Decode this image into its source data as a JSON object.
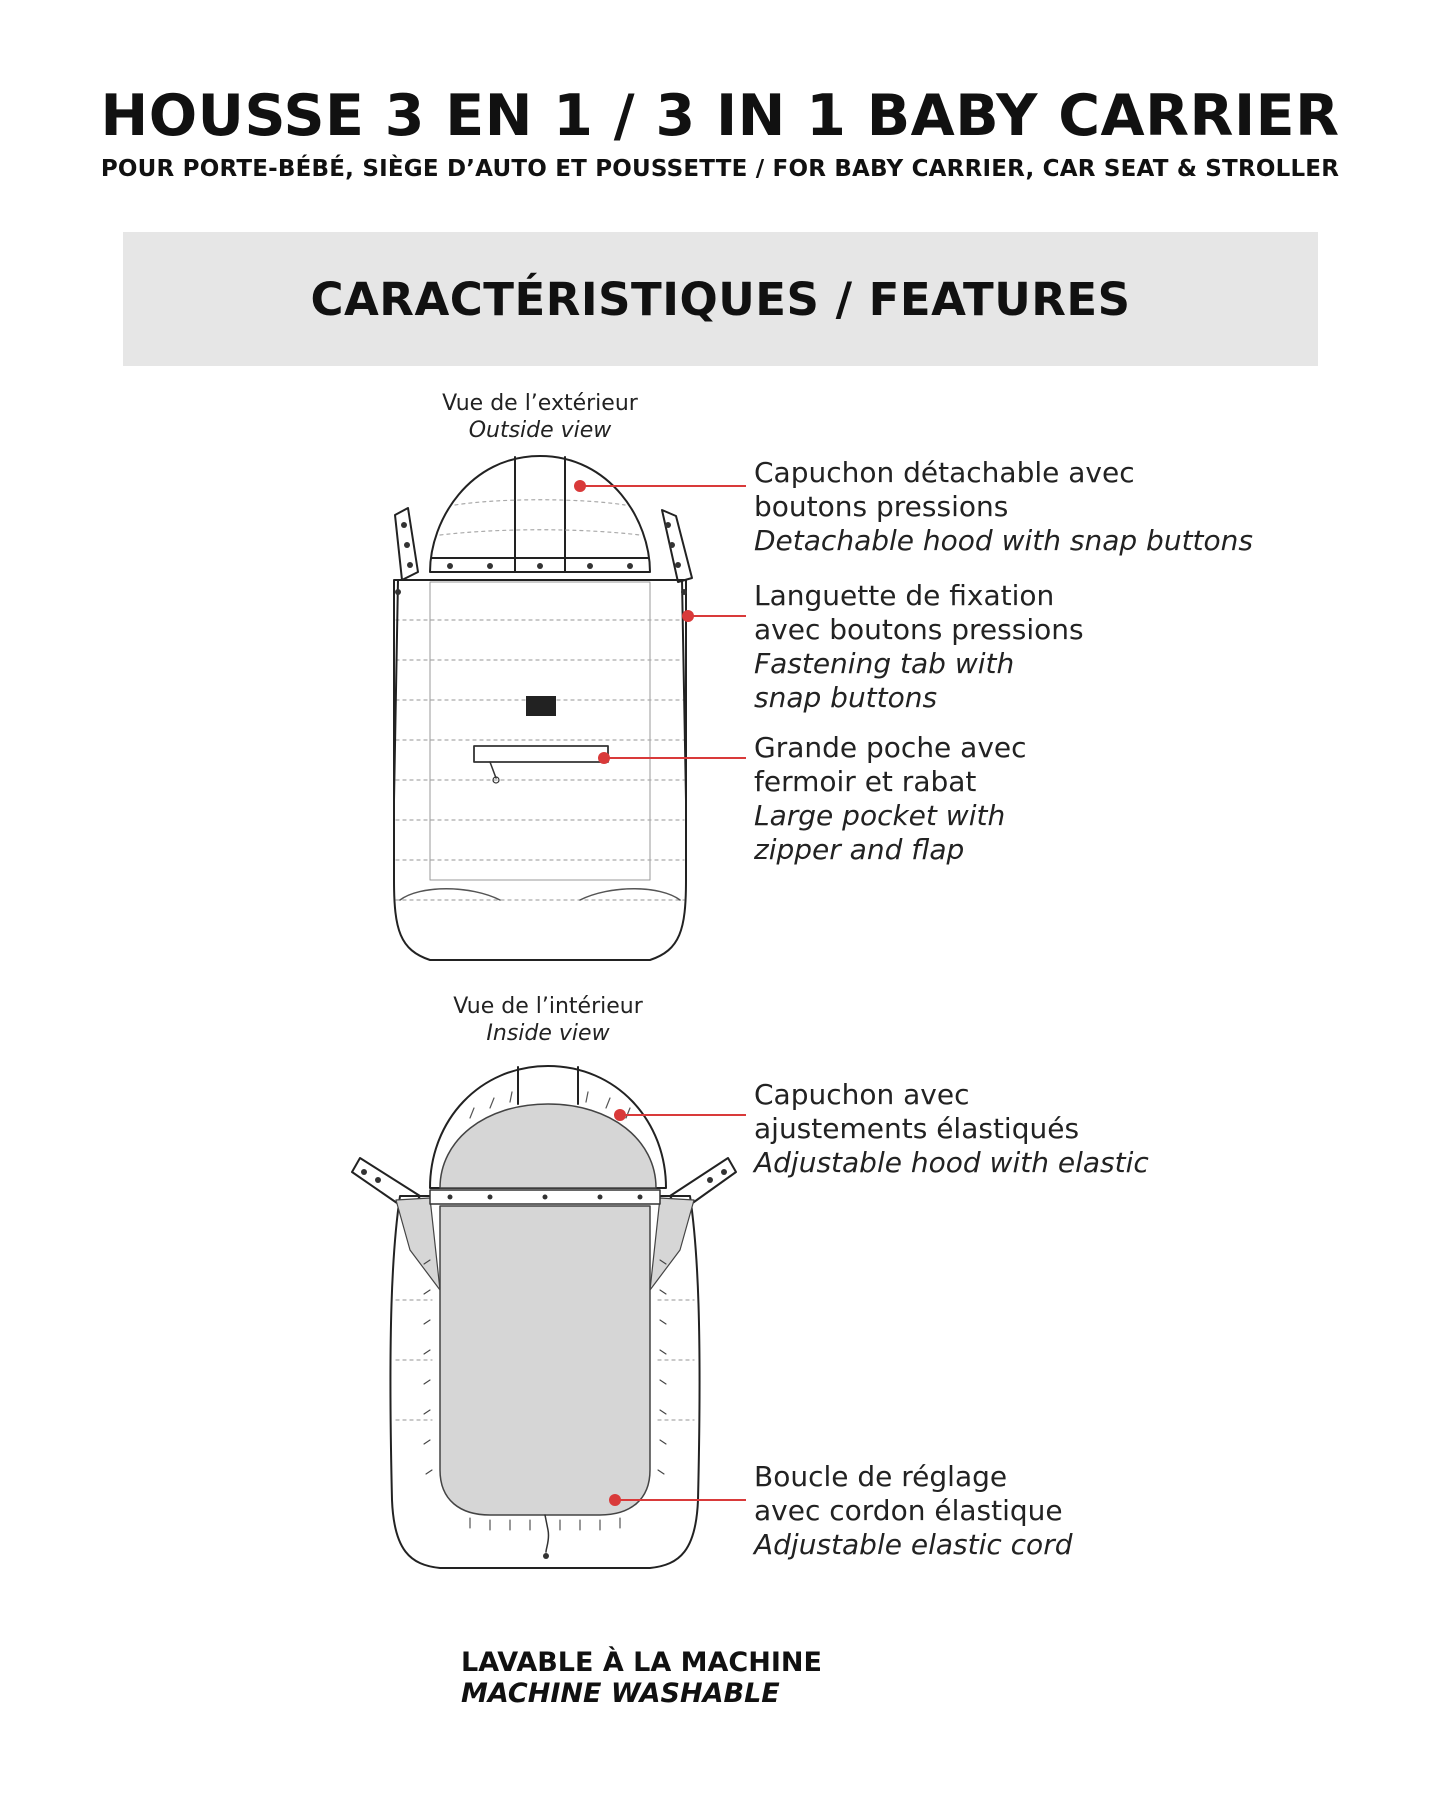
{
  "header": {
    "title": "HOUSSE 3 EN 1 / 3 IN 1 BABY CARRIER",
    "subtitle": "POUR PORTE-BÉBÉ, SIÈGE D’AUTO ET POUSSETTE / FOR BABY CARRIER, CAR SEAT & STROLLER"
  },
  "section": {
    "title": "CARACTÉRISTIQUES / FEATURES"
  },
  "outside_view": {
    "caption_fr": "Vue de l’extérieur",
    "caption_en": "Outside view",
    "callouts": [
      {
        "fr_lines": [
          "Capuchon détachable avec",
          "boutons pressions"
        ],
        "en_lines": [
          "Detachable hood with snap buttons"
        ]
      },
      {
        "fr_lines": [
          "Languette de fixation",
          "avec boutons pressions"
        ],
        "en_lines": [
          "Fastening tab with",
          "snap buttons"
        ]
      },
      {
        "fr_lines": [
          "Grande poche avec",
          "fermoir et rabat"
        ],
        "en_lines": [
          "Large pocket with",
          "zipper and flap"
        ]
      }
    ]
  },
  "inside_view": {
    "caption_fr": "Vue de l’intérieur",
    "caption_en": "Inside view",
    "callouts": [
      {
        "fr_lines": [
          "Capuchon avec",
          "ajustements élastiqués"
        ],
        "en_lines": [
          "Adjustable hood with elastic"
        ]
      },
      {
        "fr_lines": [
          "Boucle de réglage",
          "avec cordon élastique"
        ],
        "en_lines": [
          "Adjustable elastic cord"
        ]
      }
    ]
  },
  "footer": {
    "fr": "LAVABLE À LA MACHINE",
    "en": "MACHINE WASHABLE"
  },
  "colors": {
    "background": "#ffffff",
    "band": "#e6e6e6",
    "text": "#111111",
    "callout_line": "#d93a3a",
    "lining": "#d6d6d6",
    "outline": "#222222"
  }
}
